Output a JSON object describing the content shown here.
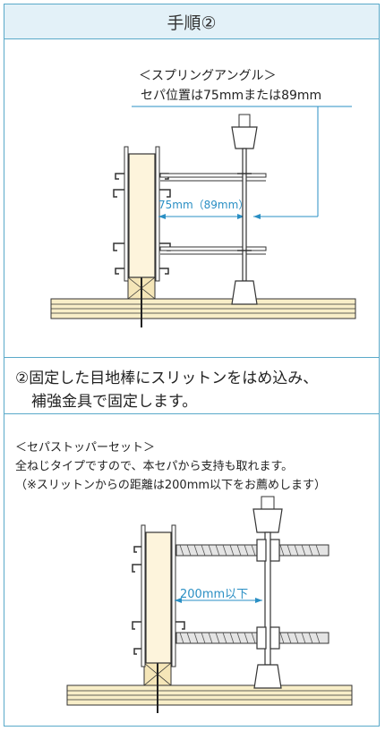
{
  "header": {
    "title": "手順②"
  },
  "top": {
    "label_line1": "＜スプリングアングル＞",
    "label_line2": "セパ位置は75mmまたは89mm",
    "dimension": "75mm（89mm）"
  },
  "step": {
    "line1": "②固定した目地棒にスリットンをはめ込み、",
    "line2": "補強金具で固定します。"
  },
  "bottom": {
    "line1": "＜セパストッパーセット＞",
    "line2": "全ねじタイプですので、本セパから支持も取れます。",
    "line3": "（※スリットンからの距離は200mm以下をお薦めします）",
    "dimension": "200mm以下"
  },
  "colors": {
    "accent": "#5aa9c9",
    "annotation": "#2a8fc4",
    "wood": "#f5e6b8"
  }
}
